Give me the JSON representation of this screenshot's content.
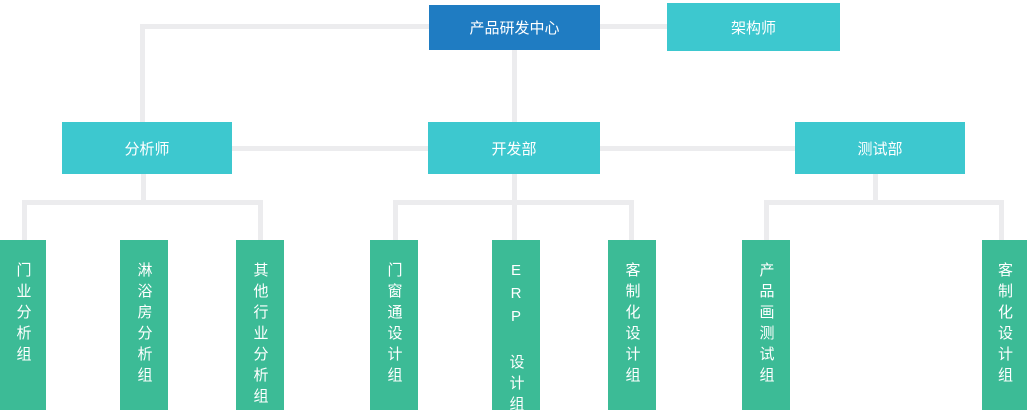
{
  "colors": {
    "root_node": "#1f7cc2",
    "dept_node": "#3dc8cf",
    "team_node": "#3cbb96",
    "connector": "#ececee",
    "node_text": "#ffffff",
    "page_bg": "#ffffff"
  },
  "chart_data": {
    "type": "table",
    "title": "",
    "tree": "organization chart"
  },
  "org": {
    "root": {
      "label": "产品研发中心"
    },
    "staff": {
      "label": "架构师"
    },
    "departments": [
      {
        "label": "分析师",
        "children": [
          {
            "label": "门业分析组"
          },
          {
            "label": "淋浴房分析组"
          },
          {
            "label": "其他行业分析组"
          }
        ]
      },
      {
        "label": "开发部",
        "children": [
          {
            "label": "门窗通设计组"
          },
          {
            "label": "ERP 设计组"
          },
          {
            "label": "客制化设计组"
          }
        ]
      },
      {
        "label": "测试部",
        "children": [
          {
            "label": "产品画测试组"
          },
          {
            "label": "客制化设计组"
          }
        ]
      }
    ]
  }
}
